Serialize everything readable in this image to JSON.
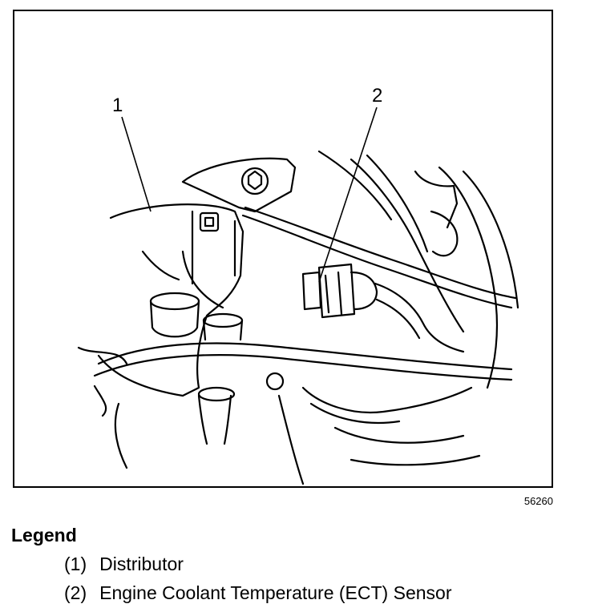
{
  "figure": {
    "callouts": [
      {
        "number": "1"
      },
      {
        "number": "2"
      }
    ],
    "figure_id": "56260"
  },
  "legend": {
    "title": "Legend",
    "items": [
      {
        "number": "(1)",
        "label": "Distributor"
      },
      {
        "number": "(2)",
        "label": "Engine Coolant Temperature (ECT) Sensor"
      }
    ]
  }
}
